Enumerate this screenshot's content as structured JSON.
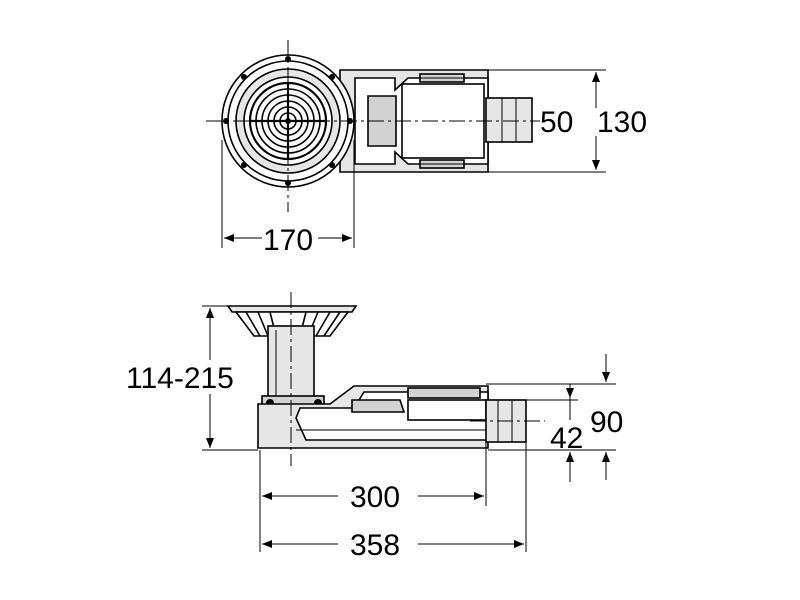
{
  "dimensions": {
    "top_width": "170",
    "outlet_diameter": "50",
    "top_height": "130",
    "height_range": "114-215",
    "length_inner": "300",
    "length_total": "358",
    "outlet_height": "42",
    "body_height": "90"
  }
}
